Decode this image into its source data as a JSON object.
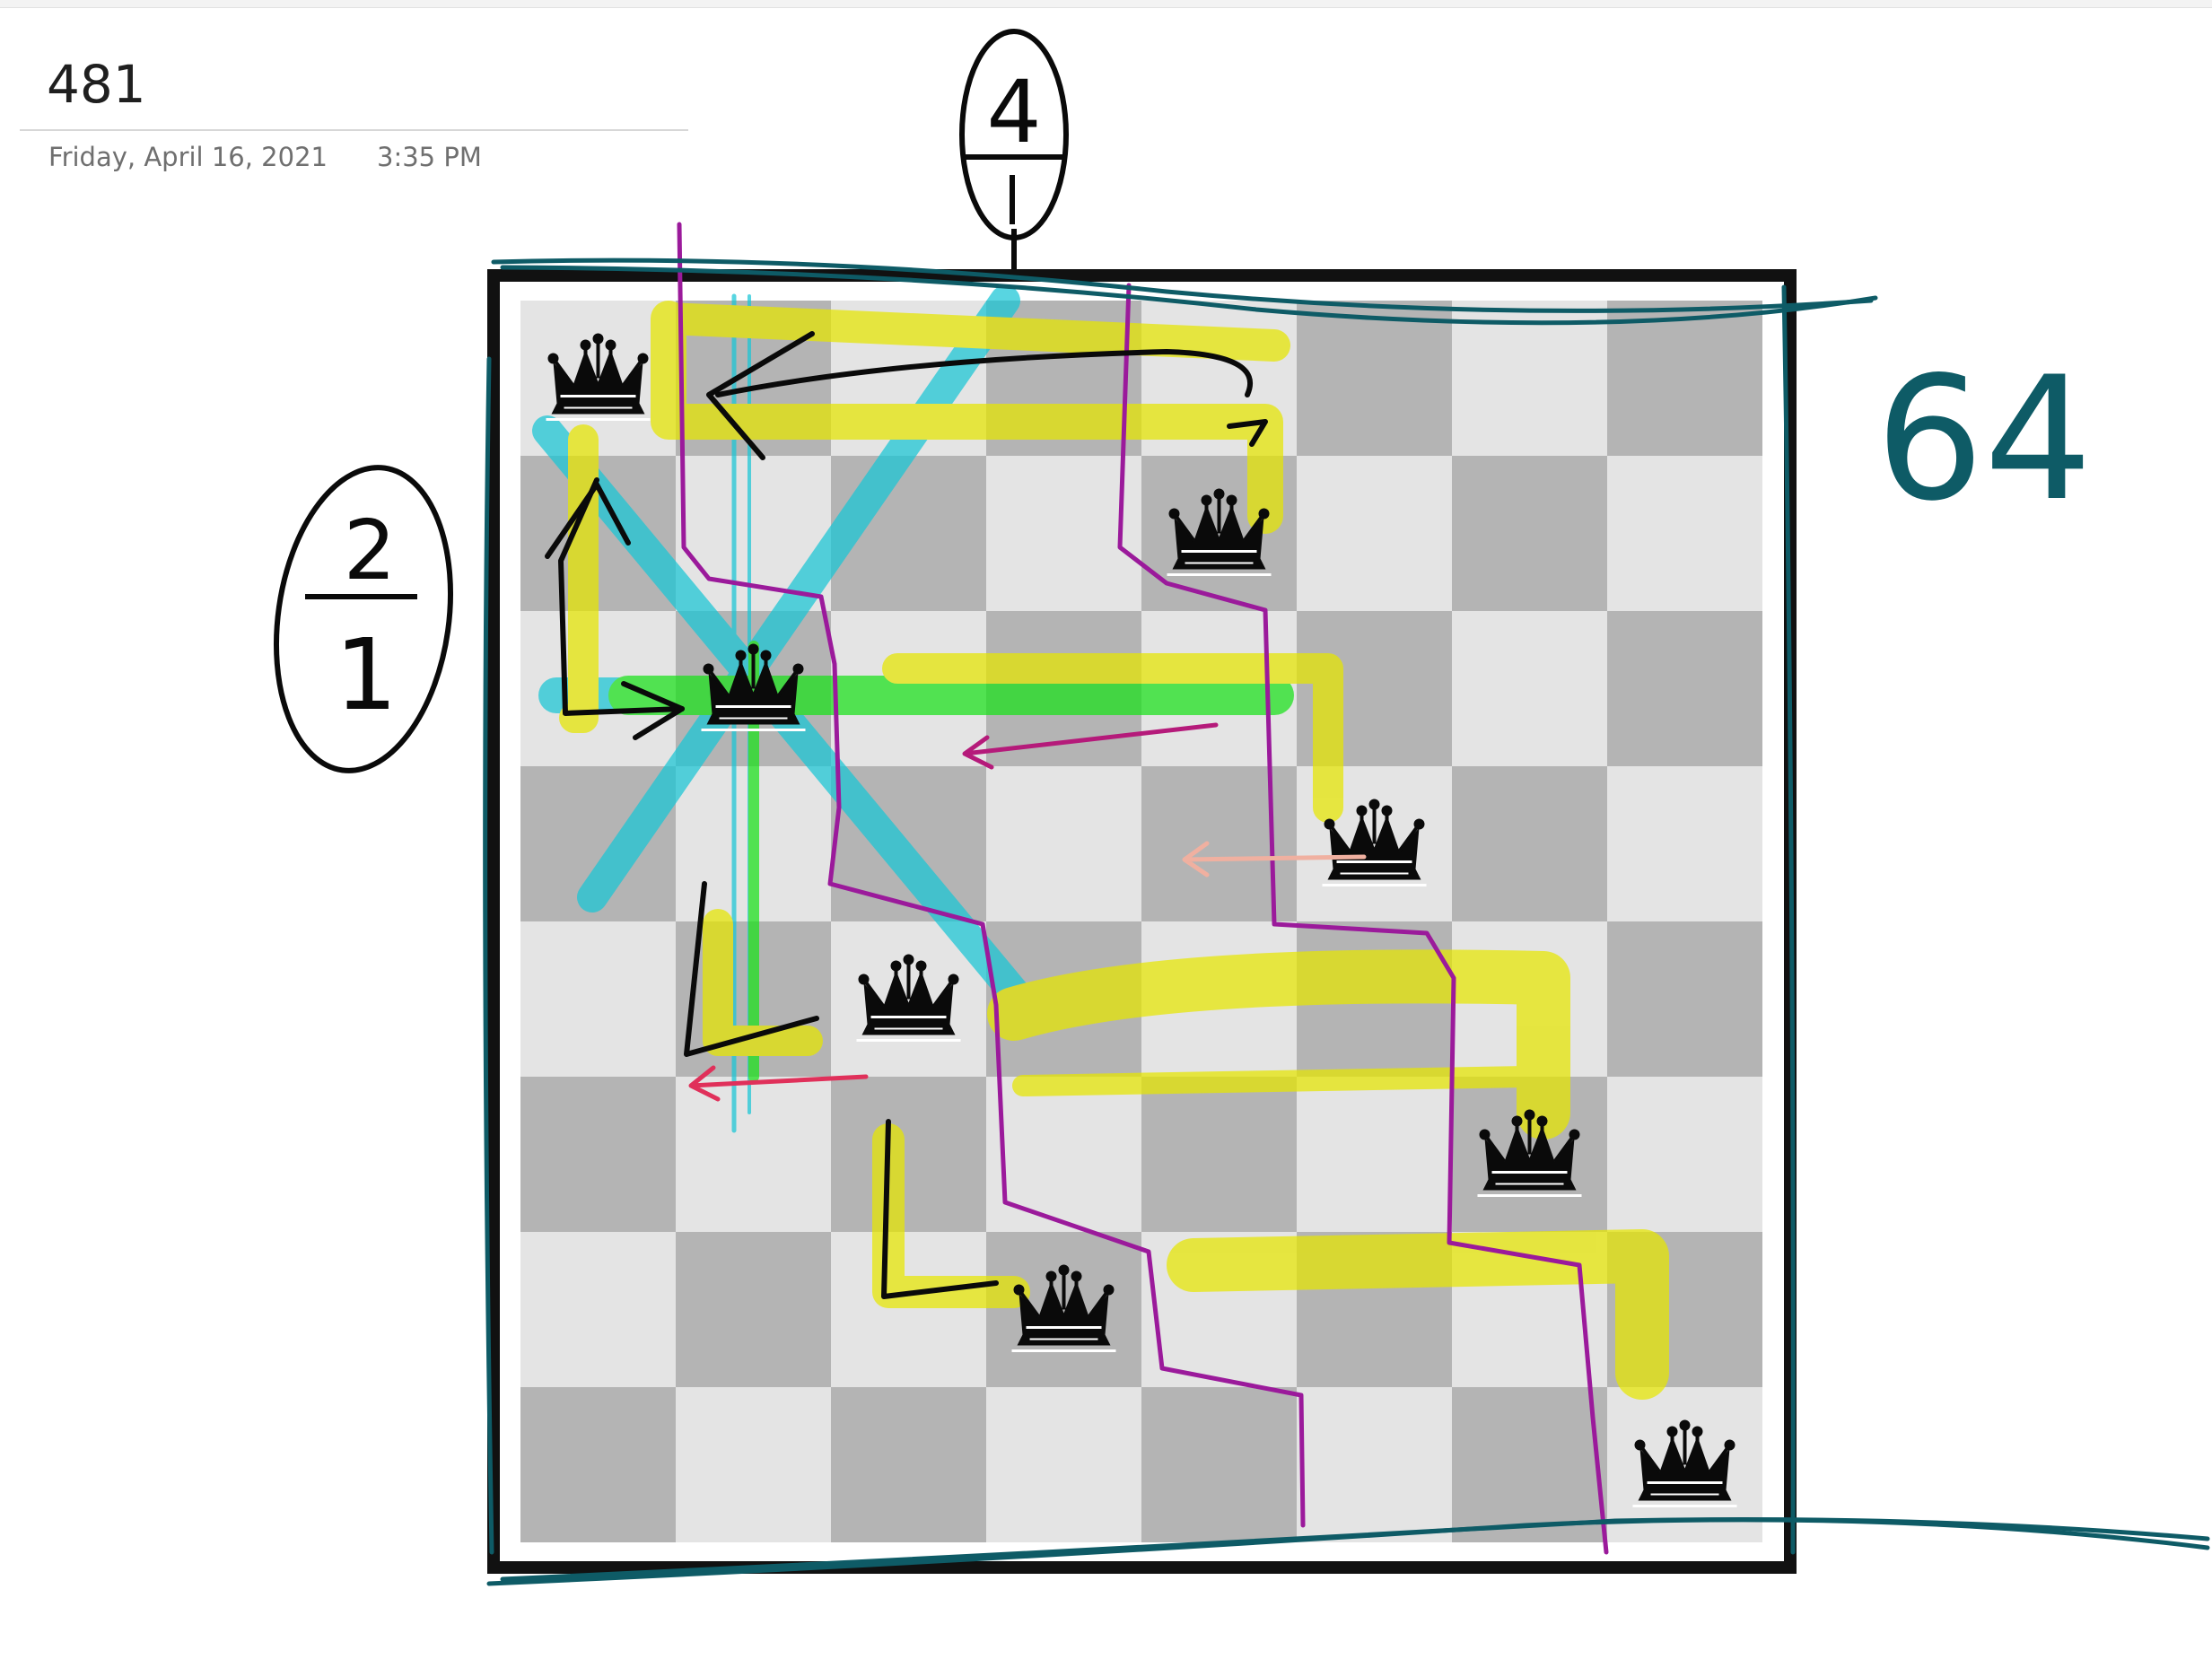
{
  "page": {
    "title": "481",
    "date": "Friday, April 16, 2021",
    "time": "3:35 PM"
  },
  "annotations": {
    "top_label": "4",
    "side_numerator": "2",
    "side_denominator": "1",
    "right_number": "64"
  },
  "board": {
    "size": 8,
    "light_color": "#e4e4e4",
    "dark_color": "#b4b4b4",
    "frame_color": "#111111",
    "queens": [
      {
        "row": 0,
        "col": 0
      },
      {
        "row": 1,
        "col": 4
      },
      {
        "row": 2,
        "col": 1
      },
      {
        "row": 3,
        "col": 5
      },
      {
        "row": 4,
        "col": 2
      },
      {
        "row": 5,
        "col": 6
      },
      {
        "row": 6,
        "col": 3
      },
      {
        "row": 7,
        "col": 7
      }
    ]
  },
  "colors": {
    "highlighter_yellow": "#e6e600",
    "highlighter_cyan": "#19c6d6",
    "highlighter_green": "#19e219",
    "ink_purple": "#9b1a9b",
    "ink_black": "#0a0a0a",
    "ink_teal": "#0e5b66",
    "ink_pink": "#e0408a"
  }
}
